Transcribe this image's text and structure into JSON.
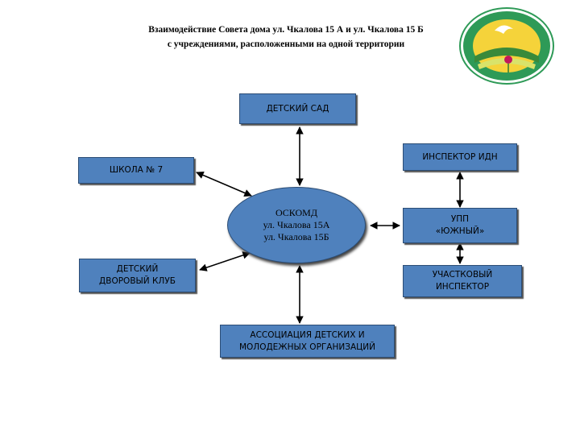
{
  "title": {
    "line1": "Взаимодействие Совета дома ул. Чкалова 15 А и ул. Чкалова 15 Б",
    "line2": "с учреждениями, расположенными на одной территории"
  },
  "center": {
    "line1": "ОСКОМД",
    "line2": "ул. Чкалова 15А",
    "line3": "ул. Чкалова 15Б"
  },
  "nodes": {
    "kindergarten": "ДЕТСКИЙ САД",
    "inspector_idn": "ИНСПЕКТОР ИДН",
    "school": "ШКОЛА № 7",
    "upp_line1": "УПП",
    "upp_line2": "«ЮЖНЫЙ»",
    "club_line1": "ДЕТСКИЙ",
    "club_line2": "ДВОРОВЫЙ КЛУБ",
    "district_line1": "УЧАСТКОВЫЙ",
    "district_line2": "ИНСПЕКТОР",
    "association_line1": "АССОЦИАЦИЯ ДЕТСКИХ И",
    "association_line2": "МОЛОДЕЖНЫХ ОРГАНИЗАЦИЙ"
  },
  "colors": {
    "box_fill": "#4f81bd",
    "emblem_ring": "#2e9a57",
    "emblem_inner": "#f5d33a"
  }
}
